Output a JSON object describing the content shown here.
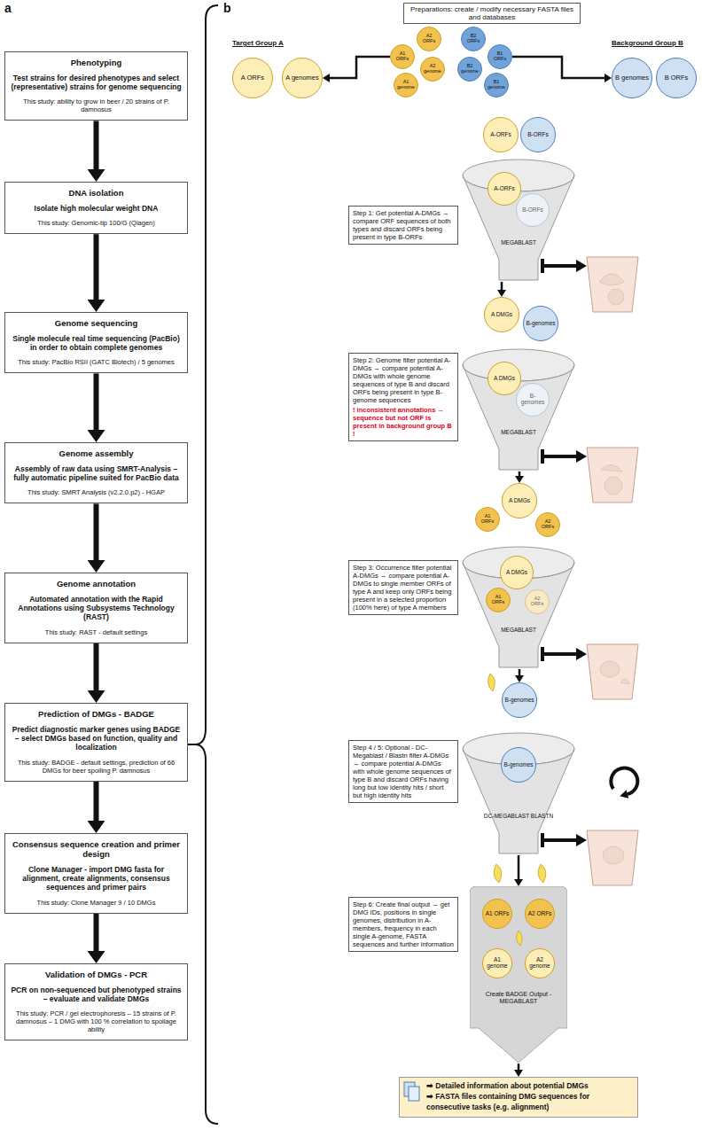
{
  "diagram": {
    "nodes": [
      {
        "text": [
          "Phenotyping",
          "Test strains for desired phenotypes and select (representative) strains for genome sequencing",
          "This study: ability to grow in beer / 20 strains of P. damnosus"
        ]
      },
      {
        "text": [
          "DNA isolation",
          "Isolate high molecular weight DNA",
          "This study: Genomic-tip 100/G (Qiagen)"
        ]
      },
      {
        "text": [
          "Genome sequencing",
          "Single molecule real time sequencing (PacBio) in order to obtain complete genomes",
          "This study: PacBio RSII (GATC Biotech) / 5 genomes"
        ]
      },
      {
        "text": [
          "Genome assembly",
          "Assembly of raw data using SMRT-Analysis – fully automatic pipeline suited for PacBio data",
          "This study: SMRT Analysis (v2.2.0.p2) - HGAP"
        ]
      },
      {
        "text": [
          "Genome annotation",
          "Automated annotation with the Rapid Annotations using Subsystems Technology (RAST)",
          "This study: RAST - default settings"
        ]
      },
      {
        "text": [
          "Prediction of DMGs - BADGE",
          "Predict diagnostic marker genes using BADGE – select DMGs based on function, quality and localization",
          "This study: BADGE - default settings, prediction of 66 DMGs for beer spoiling P. damnosus"
        ]
      },
      {
        "text": [
          "Consensus sequence creation and primer design",
          "Clone Manager - import DMG fasta for alignment, create alignments, consensus sequences and primer pairs",
          "This study: Clone Manager 9 / 10 DMGs"
        ]
      },
      {
        "text": [
          "Validation of DMGs - PCR",
          "PCR on non-sequenced but phenotyped strains – evaluate and validate DMGs",
          "This study: PCR / gel electrophoresis – 15 strains of P. damnosus – 1 DMG with 100 % correlation to spoilage ability"
        ]
      },
      {
        "text": [
          "Preparations: create / modify necessary FASTA files and databases"
        ]
      },
      {
        "text": [
          "A ORFs"
        ]
      },
      {
        "text": [
          "A genomes"
        ]
      },
      {
        "text": [
          "A2 ORFs"
        ]
      },
      {
        "text": [
          "A1 ORFs"
        ]
      },
      {
        "text": [
          "A2 genome"
        ]
      },
      {
        "text": [
          "A1 genome"
        ]
      },
      {
        "text": [
          "B2 ORFs"
        ]
      },
      {
        "text": [
          "B2 genome"
        ]
      },
      {
        "text": [
          "B1 ORFs"
        ]
      },
      {
        "text": [
          "B1 genome"
        ]
      },
      {
        "text": [
          "B genomes"
        ]
      },
      {
        "text": [
          "B ORFs"
        ]
      },
      {
        "text": [
          "A-ORFs"
        ]
      },
      {
        "text": [
          "B-ORFs"
        ]
      },
      {
        "text": [
          "MEGABLAST"
        ]
      },
      {
        "text": [
          "A-ORFs"
        ],
        "in": 23
      },
      {
        "text": [
          "B-ORFs"
        ],
        "in": 23
      },
      {
        "text": [
          "Step 1: Get potential A-DMGs → compare ORF sequences of both types and discard ORFs being present in type B-ORFs"
        ]
      },
      {
        "text": [
          "A DMGs"
        ]
      },
      {
        "text": [
          "B-genomes"
        ]
      },
      {
        "text": [
          "MEGABLAST"
        ]
      },
      {
        "text": [
          "A DMGs"
        ],
        "in": 29
      },
      {
        "text": [
          "B-genomes"
        ],
        "in": 29
      },
      {
        "text": [
          "Step 2: Genome filter potential A-DMGs → compare potential A-DMGs with whole genome sequences of type B and discard ORFs being present in type B-genome sequences",
          "! inconsistent annotations → sequence but not ORF is present in background group B !"
        ]
      },
      {
        "text": [
          "A DMGs"
        ]
      },
      {
        "text": [
          "A1 ORFs"
        ]
      },
      {
        "text": [
          "A2 ORFs"
        ]
      },
      {
        "text": [
          "MEGABLAST"
        ]
      },
      {
        "text": [
          "A DMGs"
        ],
        "in": 36
      },
      {
        "text": [
          "A1 ORFs"
        ],
        "in": 36
      },
      {
        "text": [
          "A2 ORFs"
        ],
        "in": 36
      },
      {
        "text": [
          "Step 3: Occurrence filter potential A-DMGs → compare potential A-DMGs to single member ORFs of type A and keep only ORFs being present in a selected proportion (100% here) of type A members"
        ]
      },
      {
        "text": [
          "B-genomes"
        ]
      },
      {
        "text": [
          "DC-MEGABLAST BLASTN"
        ]
      },
      {
        "text": [
          "B-genomes"
        ],
        "in": 42
      },
      {
        "text": [
          "Step 4 / 5: Optional - DC-Megablast / Blastn filter A-DMGs → compare potential A-DMGs with whole genome sequences of type B and discard ORFs having long but low identity hits / short but high identity hits"
        ]
      },
      {
        "text": [
          "Step 6: Create final output → get DMG IDs, positions in single genomes, distribution in A-members, frequency in each single A-genome, FASTA sequences and further information"
        ]
      },
      {
        "text": [
          "Create BADGE Output - MEGABLAST"
        ]
      },
      {
        "text": [
          "A1 ORFs"
        ],
        "in": 46
      },
      {
        "text": [
          "A2 ORFs"
        ],
        "in": 46
      },
      {
        "text": [
          "A1 genome"
        ],
        "in": 46
      },
      {
        "text": [
          "A2 genome"
        ],
        "in": 46
      },
      {
        "text": [
          "➡ Detailed information about potential DMGs",
          "➡ FASTA files containing DMG sequences for consecutive tasks (e.g. alignment)"
        ]
      }
    ],
    "edges": [
      {
        "from": 0,
        "to": 1,
        "arrow": "to"
      },
      {
        "from": 1,
        "to": 2,
        "arrow": "to"
      },
      {
        "from": 2,
        "to": 3,
        "arrow": "to"
      },
      {
        "from": 3,
        "to": 4,
        "arrow": "to"
      },
      {
        "from": 4,
        "to": 5,
        "arrow": "to"
      },
      {
        "from": 5,
        "to": 6,
        "arrow": "to"
      },
      {
        "from": 6,
        "to": 7,
        "arrow": "to"
      },
      {
        "from": 12,
        "to": 10,
        "arrow": "to"
      },
      {
        "from": 17,
        "to": 19,
        "arrow": "to"
      },
      {
        "from": 23,
        "to": 27,
        "arrow": "to"
      },
      {
        "from": 29,
        "to": 33,
        "arrow": "to"
      },
      {
        "from": 36,
        "to": 41,
        "arrow": "to"
      },
      {
        "from": 42,
        "to": 46,
        "arrow": "to"
      },
      {
        "from": 46,
        "to": 51,
        "arrow": "to"
      }
    ],
    "labels": [
      "a",
      "b",
      "Target Group A",
      "Background Group B"
    ]
  }
}
